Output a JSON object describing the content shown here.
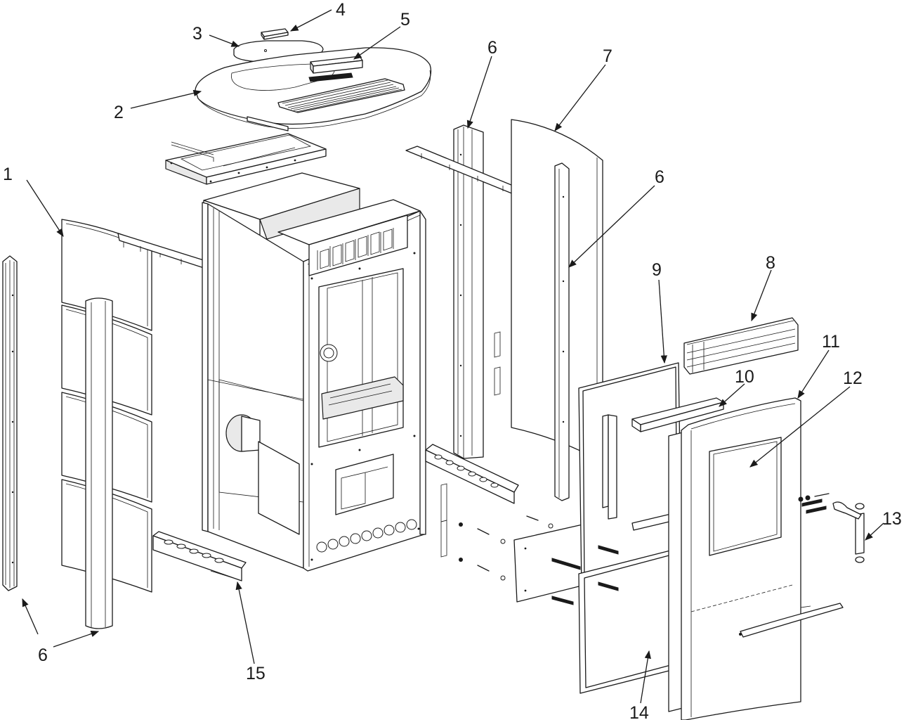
{
  "diagram": {
    "labels": [
      {
        "id": "l1",
        "text": "1"
      },
      {
        "id": "l2",
        "text": "2"
      },
      {
        "id": "l3",
        "text": "3"
      },
      {
        "id": "l4",
        "text": "4"
      },
      {
        "id": "l5",
        "text": "5"
      },
      {
        "id": "l6a",
        "text": "6"
      },
      {
        "id": "l6b",
        "text": "6"
      },
      {
        "id": "l6c",
        "text": "6"
      },
      {
        "id": "l7",
        "text": "7"
      },
      {
        "id": "l8",
        "text": "8"
      },
      {
        "id": "l9",
        "text": "9"
      },
      {
        "id": "l10",
        "text": "10"
      },
      {
        "id": "l11",
        "text": "11"
      },
      {
        "id": "l12",
        "text": "12"
      },
      {
        "id": "l13",
        "text": "13"
      },
      {
        "id": "l14",
        "text": "14"
      },
      {
        "id": "l15",
        "text": "15"
      }
    ]
  }
}
